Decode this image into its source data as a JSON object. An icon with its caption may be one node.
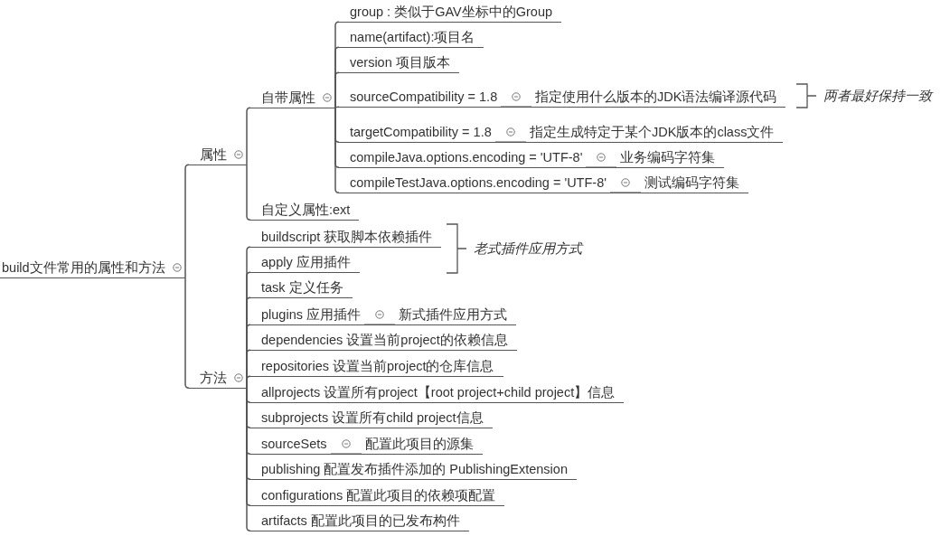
{
  "diagram": {
    "nodes": [
      {
        "text": [
          "build文件常用的属性和方法"
        ]
      },
      {
        "text": [
          "属性"
        ]
      },
      {
        "text": [
          "自带属性"
        ]
      },
      {
        "text": [
          "group : 类似于GAV坐标中的Group"
        ]
      },
      {
        "text": [
          "name(artifact):项目名"
        ]
      },
      {
        "text": [
          "version 项目版本"
        ]
      },
      {
        "text": [
          "sourceCompatibility = 1.8"
        ]
      },
      {
        "text": [
          "指定使用什么版本的JDK语法编译源代码"
        ]
      },
      {
        "text": [
          "targetCompatibility = 1.8"
        ]
      },
      {
        "text": [
          "指定生成特定于某个JDK版本的class文件"
        ]
      },
      {
        "text": [
          "compileJava.options.encoding = 'UTF-8'"
        ]
      },
      {
        "text": [
          "业务编码字符集"
        ]
      },
      {
        "text": [
          "compileTestJava.options.encoding = 'UTF-8'"
        ]
      },
      {
        "text": [
          "测试编码字符集"
        ]
      },
      {
        "text": [
          "自定义属性:ext"
        ]
      },
      {
        "text": [
          "方法"
        ]
      },
      {
        "text": [
          "buildscript 获取脚本依赖插件"
        ]
      },
      {
        "text": [
          "apply  应用插件"
        ]
      },
      {
        "text": [
          "task 定义任务"
        ]
      },
      {
        "text": [
          "plugins 应用插件"
        ]
      },
      {
        "text": [
          "新式插件应用方式"
        ]
      },
      {
        "text": [
          "dependencies 设置当前project的依赖信息"
        ]
      },
      {
        "text": [
          "repositories 设置当前project的仓库信息"
        ]
      },
      {
        "text": [
          "allprojects 设置所有project【root project+child project】信息"
        ]
      },
      {
        "text": [
          "subprojects 设置所有child project信息"
        ]
      },
      {
        "text": [
          "sourceSets"
        ]
      },
      {
        "text": [
          "配置此项目的源集"
        ]
      },
      {
        "text": [
          "publishing  配置发布插件添加的 PublishingExtension"
        ]
      },
      {
        "text": [
          "configurations 配置此项目的依赖项配置"
        ]
      },
      {
        "text": [
          "artifacts  配置此项目的已发布构件"
        ]
      }
    ],
    "edges": [
      {
        "from": 0,
        "to": 1,
        "arrow": "none"
      },
      {
        "from": 1,
        "to": 2,
        "arrow": "none"
      },
      {
        "from": 2,
        "to": 3,
        "arrow": "none"
      },
      {
        "from": 2,
        "to": 4,
        "arrow": "none"
      },
      {
        "from": 2,
        "to": 5,
        "arrow": "none"
      },
      {
        "from": 2,
        "to": 6,
        "arrow": "none"
      },
      {
        "from": 6,
        "to": 7,
        "arrow": "none"
      },
      {
        "from": 2,
        "to": 8,
        "arrow": "none"
      },
      {
        "from": 8,
        "to": 9,
        "arrow": "none"
      },
      {
        "from": 2,
        "to": 10,
        "arrow": "none"
      },
      {
        "from": 10,
        "to": 11,
        "arrow": "none"
      },
      {
        "from": 2,
        "to": 12,
        "arrow": "none"
      },
      {
        "from": 12,
        "to": 13,
        "arrow": "none"
      },
      {
        "from": 1,
        "to": 14,
        "arrow": "none"
      },
      {
        "from": 0,
        "to": 15,
        "arrow": "none"
      },
      {
        "from": 15,
        "to": 16,
        "arrow": "none"
      },
      {
        "from": 15,
        "to": 17,
        "arrow": "none"
      },
      {
        "from": 15,
        "to": 18,
        "arrow": "none"
      },
      {
        "from": 15,
        "to": 19,
        "arrow": "none"
      },
      {
        "from": 19,
        "to": 20,
        "arrow": "none"
      },
      {
        "from": 15,
        "to": 21,
        "arrow": "none"
      },
      {
        "from": 15,
        "to": 22,
        "arrow": "none"
      },
      {
        "from": 15,
        "to": 23,
        "arrow": "none"
      },
      {
        "from": 15,
        "to": 24,
        "arrow": "none"
      },
      {
        "from": 15,
        "to": 25,
        "arrow": "none"
      },
      {
        "from": 25,
        "to": 26,
        "arrow": "none"
      },
      {
        "from": 15,
        "to": 27,
        "arrow": "none"
      },
      {
        "from": 15,
        "to": 28,
        "arrow": "none"
      },
      {
        "from": 15,
        "to": 29,
        "arrow": "none"
      }
    ],
    "labels": [
      "两者最好保持一致",
      "老式插件应用方式"
    ]
  }
}
